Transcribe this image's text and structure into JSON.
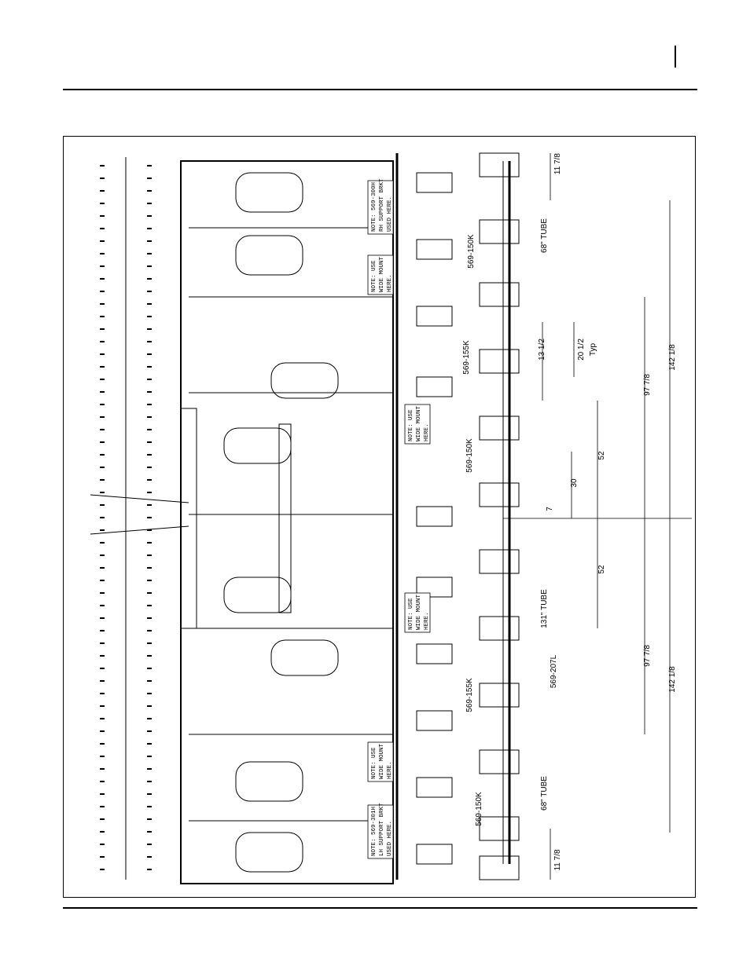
{
  "dimensions": {
    "d_11_7_8_top": "11 7/8",
    "d_11_7_8_bottom": "11 7/8",
    "d_142_1_8_upper": "142 1/8",
    "d_142_1_8_lower": "142 1/8",
    "d_97_7_8_upper": "97 7/8",
    "d_97_7_8_lower": "97 7/8",
    "d_20_1_2": "20 1/2",
    "d_typ": "Typ",
    "d_13_1_2": "13 1/2",
    "d_52_upper": "52",
    "d_52_lower": "52",
    "d_30": "30",
    "d_7": "7"
  },
  "parts": {
    "tube_68_upper": "68\" TUBE",
    "tube_68_lower": "68\" TUBE",
    "tube_131": "131\" TUBE",
    "p_569_150K_a": "569-150K",
    "p_569_150K_b": "569-150K",
    "p_569_150K_c": "569-150K",
    "p_569_155K_a": "569-155K",
    "p_569_155K_b": "569-155K",
    "p_569_207L": "569-207L"
  },
  "notes": {
    "n1": [
      "NOTE: 569-300H",
      "RH SUPPORT BRKT",
      "USED HERE."
    ],
    "n2": [
      "NOTE: USE",
      "WIDE MOUNT",
      "HERE."
    ],
    "n3": [
      "NOTE: USE",
      "WIDE MOUNT",
      "HERE."
    ],
    "n4": [
      "NOTE: USE",
      "WIDE MOUNT",
      "HERE."
    ],
    "n5": [
      "NOTE: USE",
      "WIDE MOUNT",
      "HERE."
    ],
    "n6": [
      "NOTE: 569-301H",
      "LH SUPPORT BRKT",
      "USED HERE."
    ]
  }
}
